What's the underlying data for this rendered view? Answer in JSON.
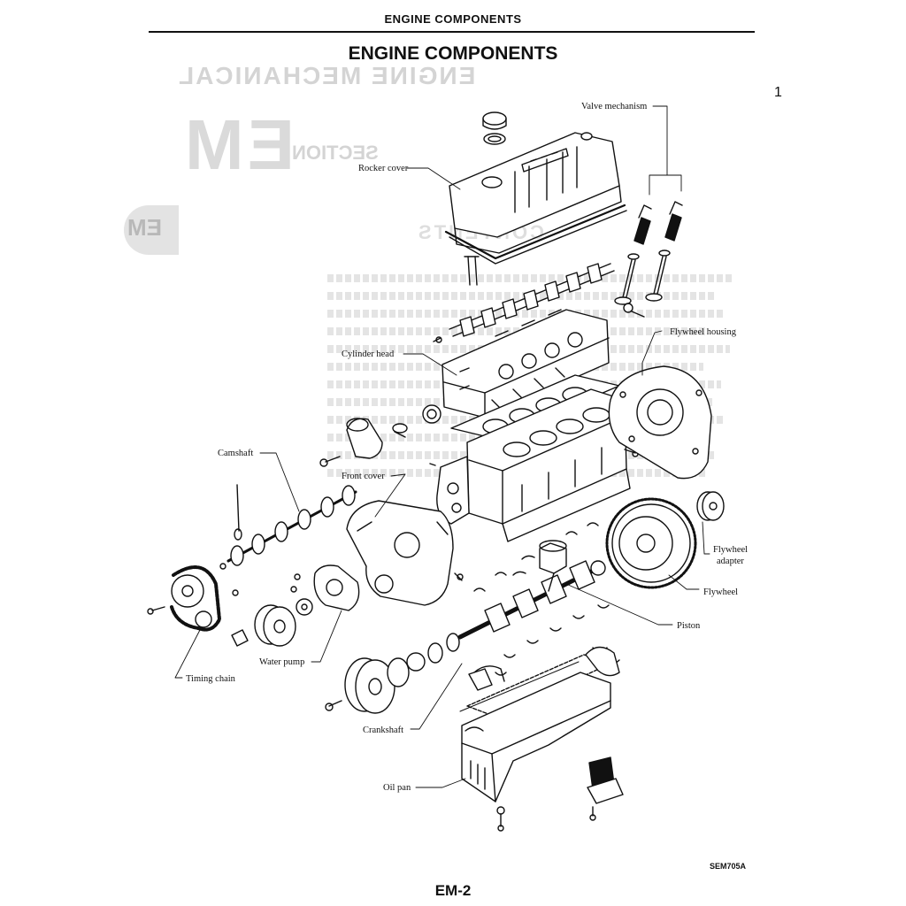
{
  "header": {
    "running_title": "ENGINE COMPONENTS"
  },
  "title": "ENGINE COMPONENTS",
  "page_mark": "1",
  "callouts": {
    "valve_mechanism": "Valve mechanism",
    "rocker_cover": "Rocker cover",
    "flywheel_housing": "Flywheel housing",
    "cylinder_head": "Cylinder head",
    "camshaft": "Camshaft",
    "front_cover": "Front cover",
    "flywheel_adapter_line1": "Flywheel",
    "flywheel_adapter_line2": "adapter",
    "flywheel": "Flywheel",
    "piston": "Piston",
    "water_pump": "Water pump",
    "timing_chain": "Timing chain",
    "crankshaft": "Crankshaft",
    "oil_pan": "Oil pan"
  },
  "figure_code": "SEM705A",
  "footer": {
    "page_number": "EM-2"
  }
}
